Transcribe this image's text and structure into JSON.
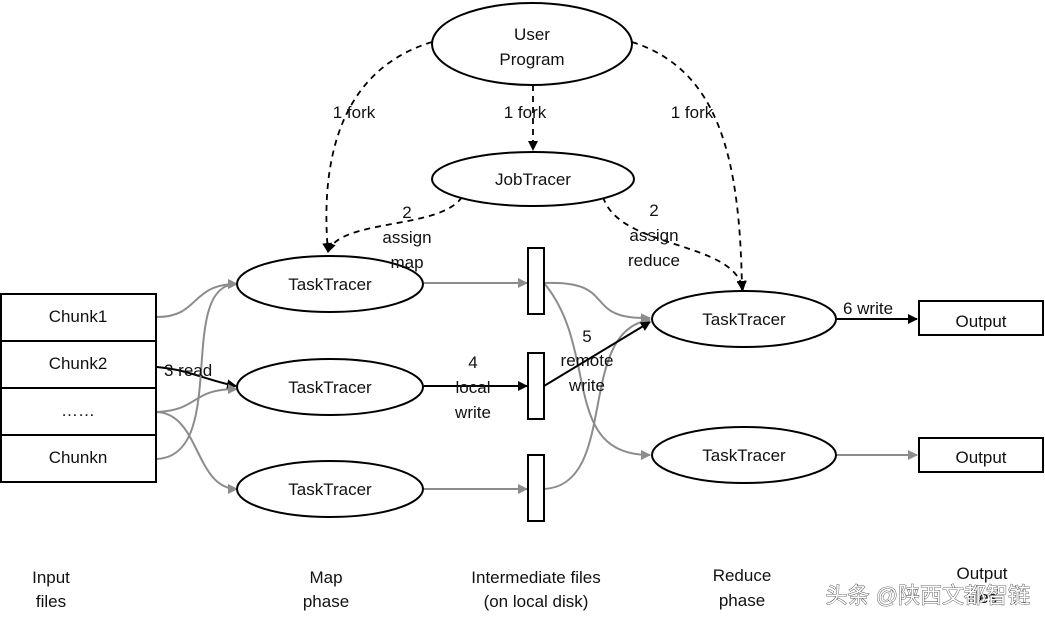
{
  "nodes": {
    "user_program": [
      "User",
      "Program"
    ],
    "job_tracer": "JobTracer",
    "map_tasks": [
      "TaskTracer",
      "TaskTracer",
      "TaskTracer"
    ],
    "reduce_tasks": [
      "TaskTracer",
      "TaskTracer"
    ],
    "chunks": [
      "Chunk1",
      "Chunk2",
      "……",
      "Chunkn"
    ],
    "outputs": [
      "Output",
      "Output"
    ]
  },
  "edges": {
    "fork_left": "1 fork",
    "fork_mid": "1 fork",
    "fork_right": "1 fork",
    "assign_map": [
      "2",
      "assign",
      "map"
    ],
    "assign_reduce": [
      "2",
      "assign",
      "reduce"
    ],
    "read": "3 read",
    "local_write": [
      "4",
      "local",
      "write"
    ],
    "remote_write": [
      "5",
      "remote",
      "write"
    ],
    "write": "6 write"
  },
  "phases": {
    "input": [
      "Input",
      "files"
    ],
    "map": [
      "Map",
      "phase"
    ],
    "intermediate": [
      "Intermediate files",
      "(on local disk)"
    ],
    "reduce": [
      "Reduce",
      "phase"
    ],
    "output": [
      "Output",
      "files"
    ]
  },
  "watermark": "头条 @陕西文都智链",
  "colors": {
    "line": "#000000",
    "flow": "#8c8c8c",
    "background": "#ffffff"
  }
}
